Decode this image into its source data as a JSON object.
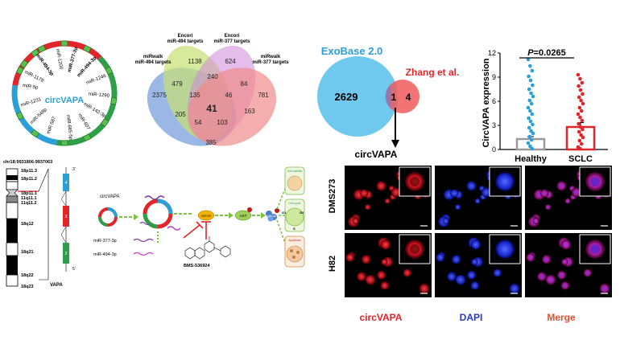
{
  "colors": {
    "red": "#e0252b",
    "blue": "#2a9fd8",
    "green": "#2e9e48",
    "venn_blue": "#6f98dc",
    "venn_green": "#c6df70",
    "venn_pink": "#f08c8c",
    "venn_purple": "#a879c8",
    "exo_blue": "#5fc3ec",
    "zhang_red": "#ee5a5a",
    "orange_red": "#e05030",
    "confocal_red": "#c81020",
    "confocal_blue": "#1a28d0",
    "confocal_magenta": "#c020b0"
  },
  "circ": {
    "center_label": "circVAPA",
    "mirnas": [
      "miR-1178",
      "miR-494-3p",
      "miR-1200",
      "miR-377-3p",
      "miR-494-3p",
      "miR-1246",
      "miR-1290",
      "miR-142-3p",
      "miR-607",
      "miR-665-5p",
      "miR-587",
      "miR-548p",
      "miR-1231",
      "miR-5p"
    ]
  },
  "venn": {
    "labels": {
      "mirwalk494": [
        "miRwalk",
        "miR-494 targets"
      ],
      "encori494": [
        "Encori",
        "miR-494 targets"
      ],
      "encori377": [
        "Encori",
        "miR-377 targets"
      ],
      "mirwalk377": [
        "miRwalk",
        "miR-377 targets"
      ]
    },
    "counts": [
      "2375",
      "1138",
      "624",
      "781",
      "479",
      "240",
      "84",
      "135",
      "46",
      "163",
      "41",
      "205",
      "54",
      "103",
      "385"
    ]
  },
  "exobase": {
    "left_label": "ExoBase 2.0",
    "right_label": "Zhang et al.",
    "left_count": "2629",
    "overlap_count": "1",
    "right_count": "4",
    "result_label": "circVAPA"
  },
  "bar": {
    "ylabel": "CircVAPA expression",
    "pvalue": "P=0.0265",
    "pvalue_prefix": "P",
    "pvalue_rest": "=0.0265",
    "ticks": [
      "0",
      "3",
      "6",
      "9",
      "12"
    ]
  },
  "chart_data": {
    "type": "bar",
    "categories": [
      "Healthy",
      "SCLC"
    ],
    "values": [
      1.3,
      2.8
    ],
    "errors": [
      0.3,
      0.55
    ],
    "ylabel": "CircVAPA expression",
    "ylim": [
      0,
      12
    ],
    "annotation": "P=0.0265",
    "points": {
      "Healthy": [
        11.2,
        10.4,
        9.8,
        9.1,
        8.6,
        8.0,
        7.5,
        7.0,
        6.6,
        6.1,
        5.7,
        5.2,
        4.8,
        4.4,
        3.9,
        3.5,
        3.1,
        2.7,
        2.3,
        2.0,
        1.6,
        1.2,
        0.8,
        0.4,
        0.1
      ],
      "SCLC": [
        9.3,
        8.8,
        8.3,
        7.9,
        7.4,
        6.9,
        6.5,
        6.1,
        5.7,
        5.2,
        4.8,
        4.4,
        4.0,
        3.6,
        3.2,
        2.8,
        2.5,
        2.2,
        1.8,
        1.5,
        1.1,
        0.7,
        0.3,
        0.1
      ]
    }
  },
  "confocal": {
    "rows": [
      "DMS273",
      "H82"
    ],
    "columns": [
      "circVAPA",
      "DAPI",
      "Merge"
    ]
  },
  "chromosome": {
    "coord": "chr18:9931806-9937063",
    "bands": [
      "18p11.3",
      "18p11.2",
      "18p11.1",
      "11q11.1",
      "11q11.2",
      "18q12",
      "18q21",
      "18q22",
      "18q23"
    ],
    "gene_label": "VAPA",
    "strand_top": "3'",
    "strand_bottom": "5'",
    "exons": [
      "4",
      "3",
      "2"
    ]
  },
  "pathway": {
    "circ_label": "circVAPA",
    "mir1": "miR-377-3p",
    "mir2": "miR-494-3p",
    "drug": "BMS-536924",
    "nodes": [
      "IGF1R",
      "AKT",
      "GSK3β"
    ],
    "node_labels": [
      "IGF1R",
      "AKT",
      "GSK3β"
    ],
    "outcomes": [
      "Cell viability",
      "Cell cycle",
      "Apoptosis"
    ],
    "phases": [
      "G1",
      "S",
      "G2"
    ]
  }
}
